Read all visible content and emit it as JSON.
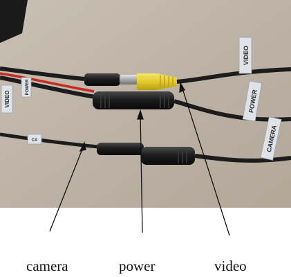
{
  "photo": {
    "tags": {
      "video": "VIDEO",
      "power": "POWER",
      "camera": "CAMERA",
      "left_video": "VIDEO",
      "left_power": "POWER",
      "left_camera": "CA"
    }
  },
  "captions": {
    "camera": "camera",
    "power": "power",
    "video": "video"
  },
  "colors": {
    "background_cardboard": "#bdb3a6",
    "cable": "#1c1c1c",
    "rca_plug": "#e8d23a",
    "tag_label": "#dfe3e8",
    "red_wire": "#c8281e",
    "caption_text": "#111111"
  }
}
